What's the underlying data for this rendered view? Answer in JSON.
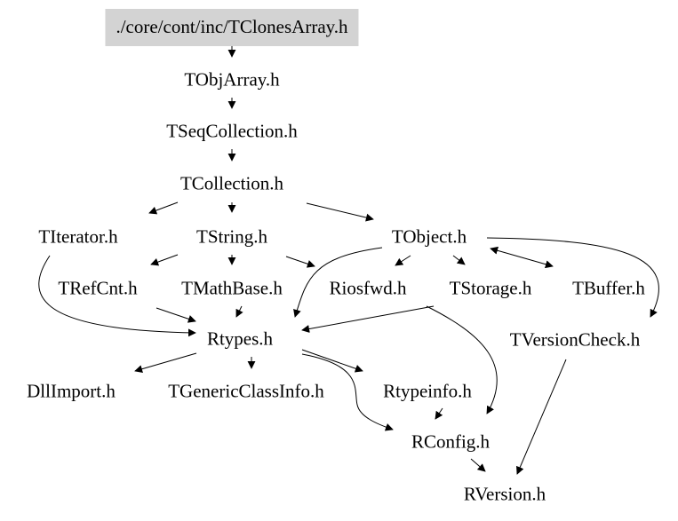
{
  "nodes": {
    "root": "./core/cont/inc/TClonesArray.h",
    "tobjarray": "TObjArray.h",
    "tseqcollection": "TSeqCollection.h",
    "tcollection": "TCollection.h",
    "titerator": "TIterator.h",
    "tstring": "TString.h",
    "tobject": "TObject.h",
    "trefcnt": "TRefCnt.h",
    "tmathbase": "TMathBase.h",
    "riosfwd": "Riosfwd.h",
    "tstorage": "TStorage.h",
    "tbuffer": "TBuffer.h",
    "rtypes": "Rtypes.h",
    "tversioncheck": "TVersionCheck.h",
    "dllimport": "DllImport.h",
    "tgenericclassinfo": "TGenericClassInfo.h",
    "rtypeinfo": "Rtypeinfo.h",
    "rconfig": "RConfig.h",
    "rversion": "RVersion.h"
  },
  "colors": {
    "root_fill": "#d3d3d3",
    "edge": "#000000"
  }
}
